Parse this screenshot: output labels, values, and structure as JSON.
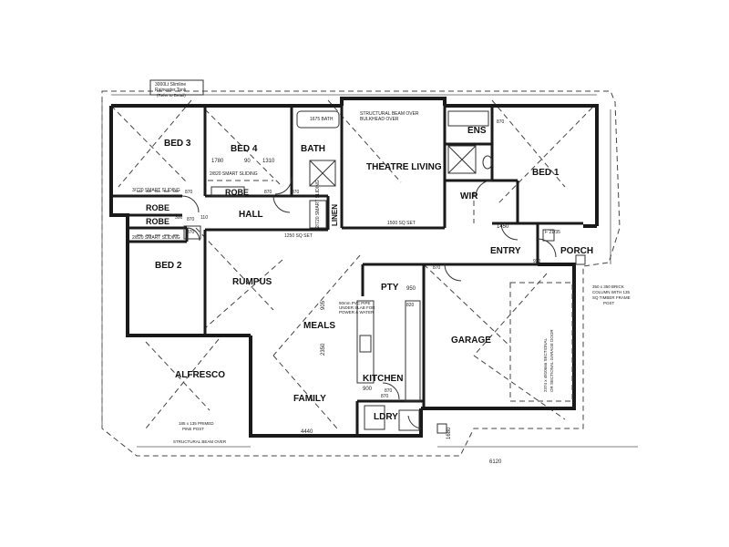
{
  "rooms": {
    "bed3": "BED 3",
    "bed4": "BED 4",
    "bath": "BATH",
    "theatre": "THEATRE LIVING",
    "ens": "ENS",
    "bed1": "BED 1",
    "wir": "WIR",
    "robe1": "ROBE",
    "robe2": "ROBE",
    "robe3": "ROBE",
    "hall": "HALL",
    "linen": "LINEN",
    "entry": "ENTRY",
    "porch": "PORCH",
    "bed2": "BED 2",
    "rumpus": "RUMPUS",
    "pty": "PTY",
    "meals": "MEALS",
    "garage": "GARAGE",
    "alfresco": "ALFRESCO",
    "kitchen": "KITCHEN",
    "family": "FAMILY",
    "ldry": "LDRY"
  },
  "notes": {
    "slimline": "3000Lt Slimline",
    "rainwater": "Rainwater Tank",
    "refer": "(Refer to Detail)",
    "beam_over": "STRUCTURAL BEAM OVER",
    "bulkhead": "BULKHEAD OVER",
    "bath_1675": "1675 BATH",
    "d1780": "1780",
    "d90": "90",
    "d1310": "1310",
    "sliding_a": "2/820 SMART SLIDING",
    "sliding_b": "3/720 SMART SLIDING",
    "sliding_c": "2/820 SMART SLIDING",
    "sliding_d": "2/720 SMART SLIDING",
    "d870a": "870",
    "d870b": "870",
    "d870c": "870",
    "d870d": "870",
    "d870e": "870",
    "d870f": "870",
    "d870g": "870",
    "d870h": "870",
    "d300": "300",
    "d110": "110",
    "sq1500": "1500 SQ SET",
    "sq1250": "1250 SQ SET",
    "d1450": "1450",
    "d920": "920",
    "d950": "950",
    "d820a": "820",
    "d900": "900",
    "d2350": "2350",
    "d905": "905",
    "d4440": "4440",
    "d1680": "1680",
    "d6120": "6120",
    "pvc": "90mm PVC PIPE",
    "under_slab": "UNDER SLAB FOR",
    "power_water": "POWER & WATER",
    "pine": "185 x 135 PRIMED",
    "pine2": "PINE POST",
    "beam_bottom": "STRUCTURAL BEAM OVER",
    "brick_col": "350 x 350 BRICK",
    "brick_col2": "COLUMN WITH 135",
    "brick_col3": "SQ TIMBER FRAME",
    "brick_col4": "POST",
    "roller_door": "2374 x 4810mm SECTIONAL",
    "roller_door2": "OR SECTIONAL GARAGE DOOR",
    "f2135": "F 21/35",
    "d870i": "870"
  }
}
